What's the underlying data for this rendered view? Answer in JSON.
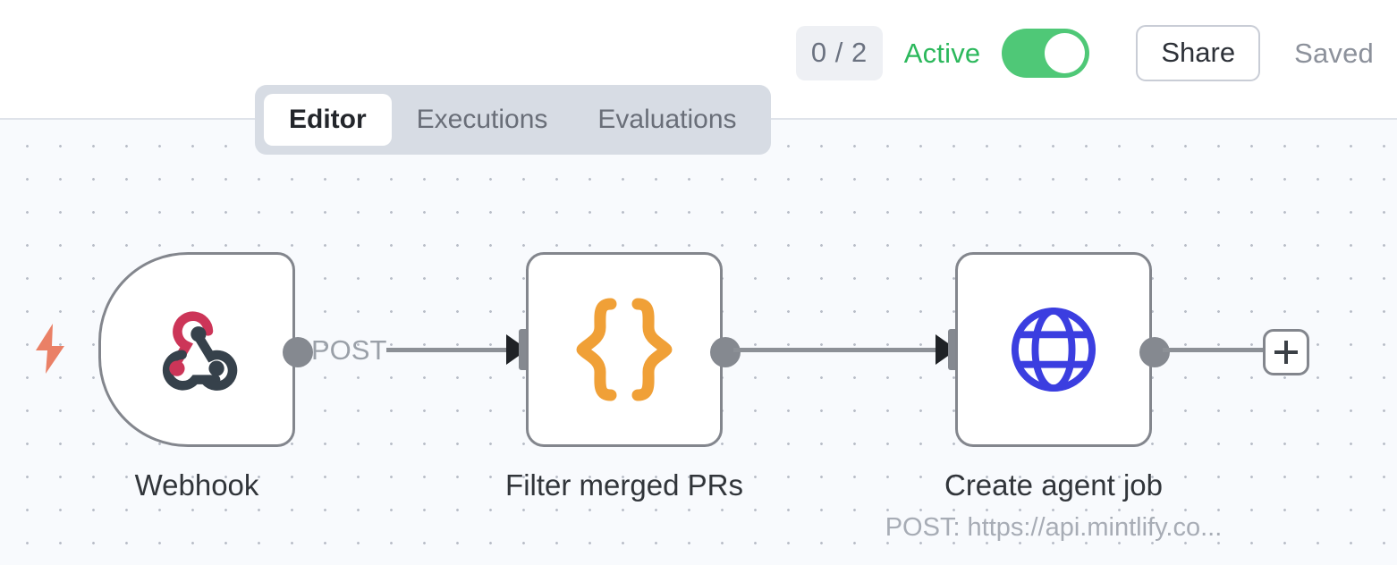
{
  "header": {
    "run_count_badge": "0 / 2",
    "status_label": "Active",
    "toggle_state": "on",
    "share_label": "Share",
    "save_state_label": "Saved",
    "colors": {
      "active_green": "#2cb85c",
      "toggle_green": "#4fc877",
      "badge_bg": "#eef0f4",
      "muted_text": "#8c919b"
    }
  },
  "tabs": {
    "items": [
      {
        "label": "Editor",
        "active": true
      },
      {
        "label": "Executions",
        "active": false
      },
      {
        "label": "Evaluations",
        "active": false
      }
    ]
  },
  "canvas": {
    "background_color": "#f8fafd",
    "dot_color": "#b9bec8",
    "trigger_indicator_icon": "lightning-bolt-icon",
    "trigger_indicator_color": "#ea8066",
    "add_node_button_icon": "plus-icon",
    "nodes": [
      {
        "id": "webhook",
        "label": "Webhook",
        "subtitle": "",
        "icon": "webhook-icon",
        "icon_colors": [
          "#cc3558",
          "#36414b"
        ],
        "shape": "trigger"
      },
      {
        "id": "filter",
        "label": "Filter merged PRs",
        "subtitle": "",
        "icon": "curly-braces-icon",
        "icon_colors": [
          "#f0a037"
        ],
        "shape": "square"
      },
      {
        "id": "http",
        "label": "Create agent job",
        "subtitle": "POST: https://api.mintlify.co...",
        "icon": "globe-icon",
        "icon_colors": [
          "#3b3ee0"
        ],
        "shape": "square"
      }
    ],
    "edges": [
      {
        "from": "webhook",
        "to": "filter",
        "label": "POST"
      },
      {
        "from": "filter",
        "to": "http",
        "label": ""
      }
    ]
  }
}
